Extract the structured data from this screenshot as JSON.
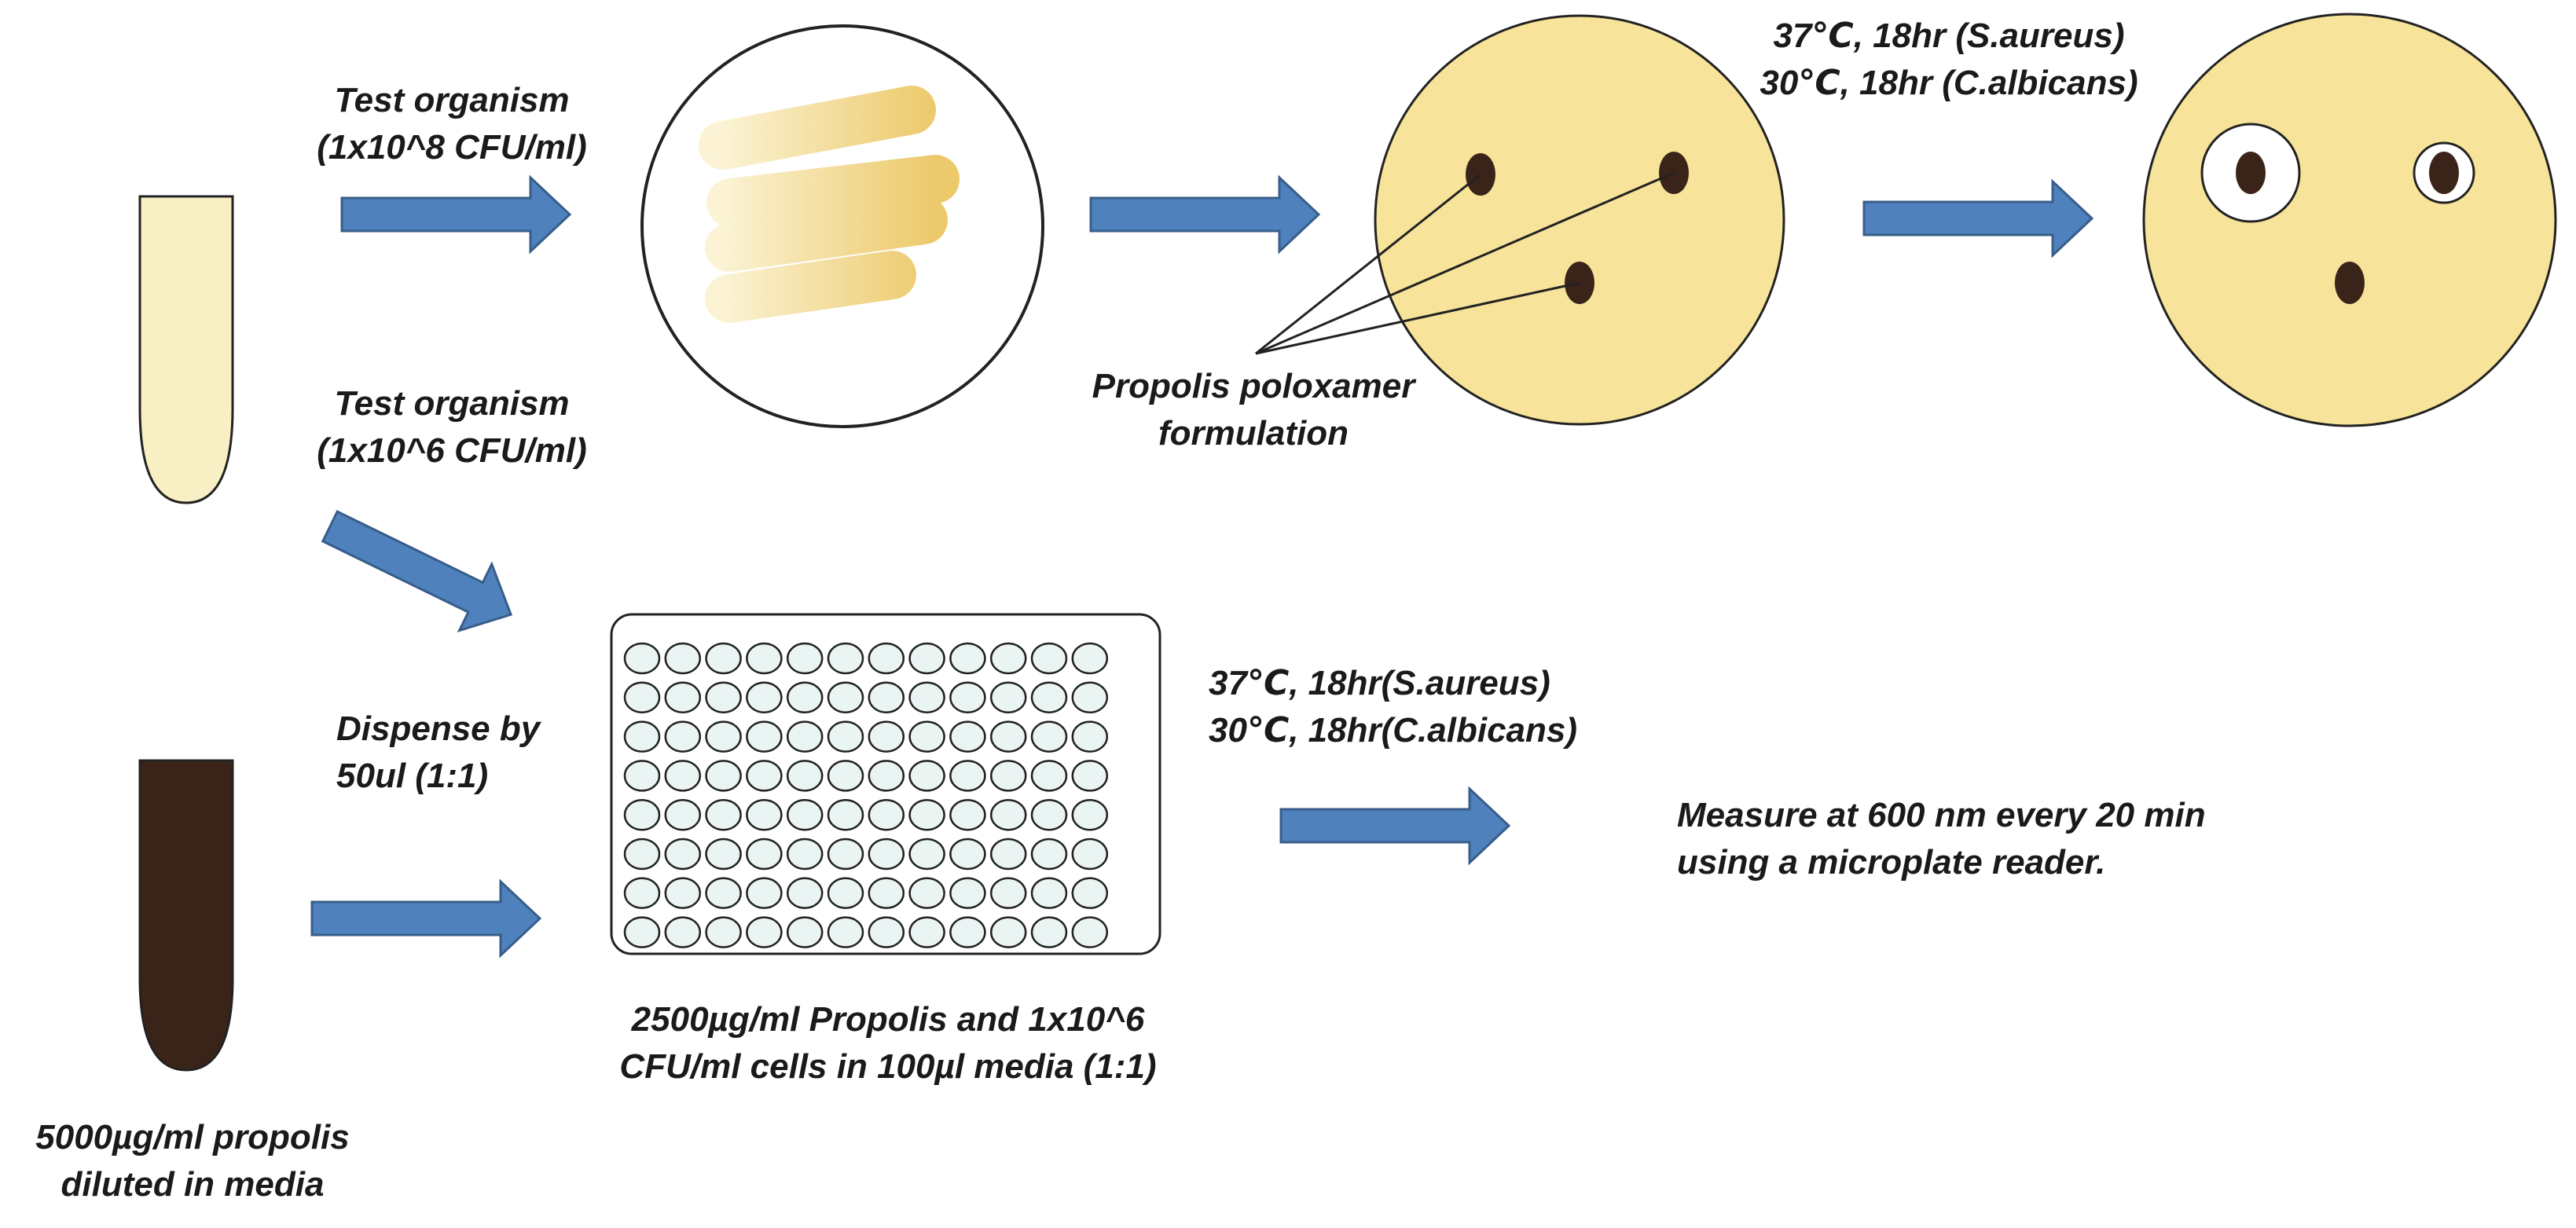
{
  "colors": {
    "arrow_fill": "#4f81bd",
    "arrow_stroke": "#385d8a",
    "plate_fill": "#f7e49a",
    "tube_light": "#f8f0c4",
    "tube_dark": "#3a2419",
    "spot": "#3a2419",
    "well_fill": "#eaf4f2",
    "outline": "#222222"
  },
  "labels": {
    "test_organism_1": [
      "Test organism",
      "(1x10^8 CFU/ml)"
    ],
    "test_organism_2": [
      "Test organism",
      "(1x10^6 CFU/ml)"
    ],
    "formulation": [
      "Propolis poloxamer",
      "formulation"
    ],
    "incubation_top": [
      "37℃, 18hr (S.aureus)",
      "30℃, 18hr (C.albicans)"
    ],
    "dispense": [
      "Dispense by",
      "50ul (1:1)"
    ],
    "incubation_mid": [
      "37℃, 18hr(S.aureus)",
      "30℃, 18hr(C.albicans)"
    ],
    "measure": [
      "Measure at 600 nm every 20 min",
      "using a microplate reader."
    ],
    "plate_mix": [
      "2500µg/ml Propolis and 1x10^6",
      "CFU/ml cells in 100µl media (1:1)"
    ],
    "stock": [
      "5000µg/ml propolis",
      "diluted in media"
    ]
  },
  "microplate": {
    "rows": 8,
    "columns": 12
  }
}
